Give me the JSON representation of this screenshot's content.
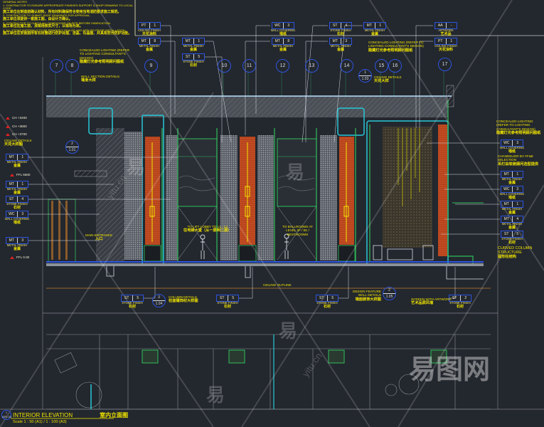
{
  "notes": {
    "heading": "GENERAL NOTES",
    "items": [
      {
        "en": "1. CONTRACTOR TO ENSURE APPROPRIATE FINISHES SUPPORT & SHOP DRAWING TO LOCAL CODE.",
        "cn": "施工单位在制造前确认材料，所有材料确保符合使用当地消防要求施工规范。"
      },
      {
        "en": "2. CONTRACTOR TO SUBMIT SHOP DRAWINGS FOR APPROVAL.",
        "cn": "施工单位须提供一套施工图，由设计方确认。"
      },
      {
        "en": "3. CONTRACTOR TO CHECK ALL DIMENSIONS ON SITE BEFORE FABRICATION.",
        "cn": "施工单位在施工前，须现场核实尺寸，以现场为准。"
      },
      {
        "en": "4. ALL STONE MATERIALS TO BE PROPERLY SEALED AND APPLIED PRIOR INSTALLATION.",
        "cn": "施工单位在安装前所有石材需进行防护处理，洁晶、石晶面、并具有防污防护功能。"
      }
    ]
  },
  "grid_bubbles": [
    "7",
    "8",
    "9",
    "10",
    "11",
    "12",
    "13",
    "14",
    "15",
    "16",
    "17"
  ],
  "tags": [
    {
      "code": "PT",
      "num": "1",
      "label": "CEILING FINISH",
      "cn": "天花涂料"
    },
    {
      "code": "WC",
      "num": "3",
      "label": "WALL COVERING",
      "cn": "墙纸"
    },
    {
      "code": "ST",
      "num": "4",
      "label": "STONE FINISH",
      "cn": "石材"
    },
    {
      "code": "MT",
      "num": "1",
      "label": "METAL FINISH",
      "cn": "金属"
    },
    {
      "code": "AA",
      "num": "-",
      "label": "ARTWORK",
      "cn": "艺术品"
    },
    {
      "code": "MT",
      "num": "8",
      "label": "METAL FINISH",
      "cn": "金属"
    },
    {
      "code": "MT",
      "num": "1",
      "label": "METAL FINISH",
      "cn": "金属"
    },
    {
      "code": "ST",
      "num": "5",
      "label": "STONE FINISH",
      "cn": "石材"
    },
    {
      "code": "MT",
      "num": "8",
      "label": "METAL FINISH",
      "cn": "金属"
    },
    {
      "code": "MT",
      "num": "3",
      "label": "METAL FINISH",
      "cn": "金属"
    },
    {
      "code": "PT",
      "num": "1",
      "label": "CEILING FINISH",
      "cn": "天花涂料"
    },
    {
      "code": "MT",
      "num": "1",
      "label": "METAL FINISH",
      "cn": "金属"
    },
    {
      "code": "MT",
      "num": "1",
      "label": "METAL FINISH",
      "cn": "金属"
    },
    {
      "code": "ST",
      "num": "4",
      "label": "STONE FINISH",
      "cn": "石材"
    },
    {
      "code": "WC",
      "num": "3",
      "label": "WALL COVERING",
      "cn": "墙纸"
    },
    {
      "code": "MT",
      "num": "3",
      "label": "METAL FINISH",
      "cn": "金属"
    },
    {
      "code": "WC",
      "num": "3",
      "label": "WALL COVERING",
      "cn": "墙纸"
    },
    {
      "code": "MT",
      "num": "1",
      "label": "METAL FINISH",
      "cn": "金属"
    },
    {
      "code": "WC",
      "num": "3",
      "label": "WALL COVERING",
      "cn": "墙纸"
    },
    {
      "code": "MT",
      "num": "1",
      "label": "METAL FINISH",
      "cn": "金属"
    },
    {
      "code": "MT",
      "num": "4",
      "label": "METAL FINISH",
      "cn": "金属"
    },
    {
      "code": "ST",
      "num": "5",
      "label": "STONE FINISH",
      "cn": "石材"
    },
    {
      "code": "ST",
      "num": "5",
      "label": "STONE FINISH",
      "cn": "石材"
    },
    {
      "code": "ST",
      "num": "5",
      "label": "STONE FINISH",
      "cn": "石材"
    },
    {
      "code": "ST",
      "num": "5",
      "label": "STONE FINISH",
      "cn": "石材"
    },
    {
      "code": "ST",
      "num": "2",
      "label": "STONE FINISH",
      "cn": "石材"
    }
  ],
  "levels": [
    "CH +3400",
    "CH +3800",
    "CH +3700",
    "FFL 5500",
    "FFL 0.00"
  ],
  "annotations": {
    "concealed_lighting_left": {
      "en": "CONCEALED LIGHTING (REFER TO LIGHTING CONSULTANT'S DESIGN)",
      "cn": "隐藏灯光参考照明顾问图纸"
    },
    "concealed_lighting_mid": {
      "en": "CONCEALED LIGHTING (REFER TO LIGHTING CONSULTANT'S DESIGN)",
      "cn": "隐藏灯光参考照明顾问图纸"
    },
    "concealed_lighting_right": {
      "en": "CONCEALED LIGHTING (REFER TO LIGHTING CONSULTANT'S DESIGN)",
      "cn": "隐藏灯光参考照明顾问图纸"
    },
    "wall_section": {
      "en": "WALL SECTION DETAILS",
      "cn": "墙身大样"
    },
    "ceiling_details_top": {
      "en": "CEILING DETAILS",
      "cn": "天花大样"
    },
    "ceiling_details_left": {
      "en": "CEILING DETAILS",
      "cn": "天花大样图"
    },
    "chandelier": {
      "en": "CHANDELIER BY FF&E SELECTION",
      "cn": "吊灯由软装顾问选型提供"
    },
    "curved_column": {
      "en": "CURVED COLUMN STRUCTURE",
      "cn": "弧形柱结构"
    },
    "entrance": {
      "en": "MAIN ENTRANCE",
      "cn": "入口"
    },
    "to_lift_lobby": {
      "en": "TO LIFT LOBBY TO L1 - L2",
      "cn": "往电梯大堂（从一层到二层）"
    },
    "to_ballroom": {
      "en": "TO BALLROOMS AT LEVEL 2F / B1 / RESTROOMS",
      "cn": ""
    },
    "column_details": {
      "en": "COLUMN DETAILS",
      "cn": "柱面镶饰材大样图"
    },
    "feature_wall": {
      "en": "DESIGN FEATURE WALL DETAILS",
      "cn": "墙面装饰大样图"
    },
    "screen_artwork": {
      "en": "SCREEN WITH ARTWORK",
      "cn": "艺术品屏风墙"
    },
    "ceiling_outline": {
      "en": "CEILING OUTLINE",
      "cn": ""
    }
  },
  "detail_refs": [
    {
      "num": "2",
      "sheet": "1.01"
    },
    {
      "num": "3",
      "sheet": "1.04"
    },
    {
      "num": "2",
      "sheet": "1.05"
    },
    {
      "num": "1",
      "sheet": "1.03"
    }
  ],
  "title_block": {
    "ref_num": "1",
    "ref_sheet": "AP1.03",
    "title": "INTERIOR ELEVATION",
    "title_cn": "室内立面图",
    "scale": "Scale 1 : 50 (A1) / 1 : 100 (A3)"
  },
  "watermark": {
    "glyph": "易",
    "site": "yitu.cn",
    "brand": "易图网"
  }
}
